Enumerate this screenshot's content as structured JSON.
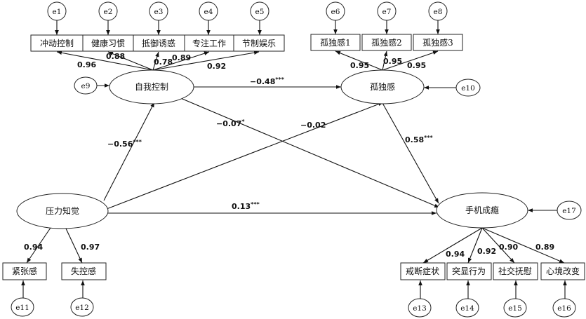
{
  "latent": {
    "self_control": "自我控制",
    "loneliness": "孤独感",
    "stress": "压力知觉",
    "addiction": "手机成瘾"
  },
  "indicators": {
    "self_control": [
      "冲动控制",
      "健康习惯",
      "抵御诱惑",
      "专注工作",
      "节制娱乐"
    ],
    "loneliness": [
      "孤独感1",
      "孤独感2",
      "孤独感3"
    ],
    "stress": [
      "紧张感",
      "失控感"
    ],
    "addiction": [
      "戒断症状",
      "突显行为",
      "社交抚慰",
      "心境改变"
    ]
  },
  "errors": {
    "e1": "e1",
    "e2": "e2",
    "e3": "e3",
    "e4": "e4",
    "e5": "e5",
    "e6": "e6",
    "e7": "e7",
    "e8": "e8",
    "e9": "e9",
    "e10": "e10",
    "e11": "e11",
    "e12": "e12",
    "e13": "e13",
    "e14": "e14",
    "e15": "e15",
    "e16": "e16",
    "e17": "e17"
  },
  "loadings": {
    "self_control": [
      "0.96",
      "0.88",
      "0.78",
      "0.89",
      "0.92"
    ],
    "loneliness": [
      "0.95",
      "0.95",
      "0.95"
    ],
    "stress": [
      "0.94",
      "0.97"
    ],
    "addiction": [
      "0.94",
      "0.92",
      "0.90",
      "0.89"
    ]
  },
  "paths": {
    "sc_to_lon": {
      "value": "−0.48",
      "sig": "***"
    },
    "sc_to_add": {
      "value": "−0.07",
      "sig": "*"
    },
    "st_to_sc": {
      "value": "−0.56",
      "sig": "***"
    },
    "st_to_lon": {
      "value": "−0.02",
      "sig": ""
    },
    "lon_to_add": {
      "value": "0.58",
      "sig": "***"
    },
    "st_to_add": {
      "value": "0.13",
      "sig": "***"
    }
  }
}
